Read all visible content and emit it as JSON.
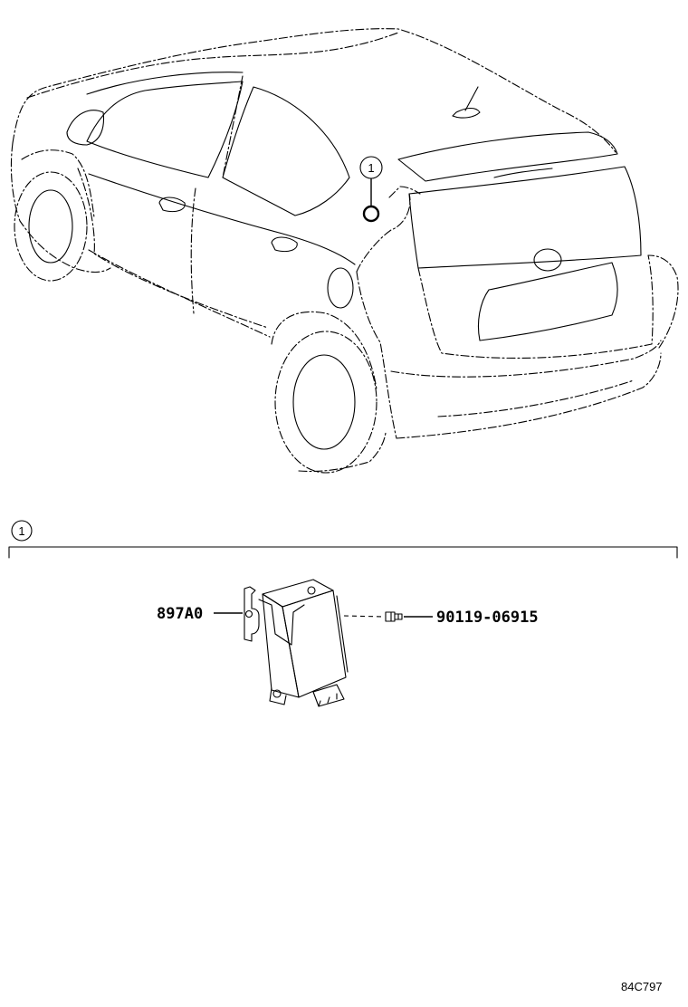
{
  "callout": {
    "marker": "1"
  },
  "section": {
    "marker": "1"
  },
  "parts": {
    "ecu_label": "897A0",
    "bolt_label": "90119-06915"
  },
  "diagram_code": "84C797"
}
